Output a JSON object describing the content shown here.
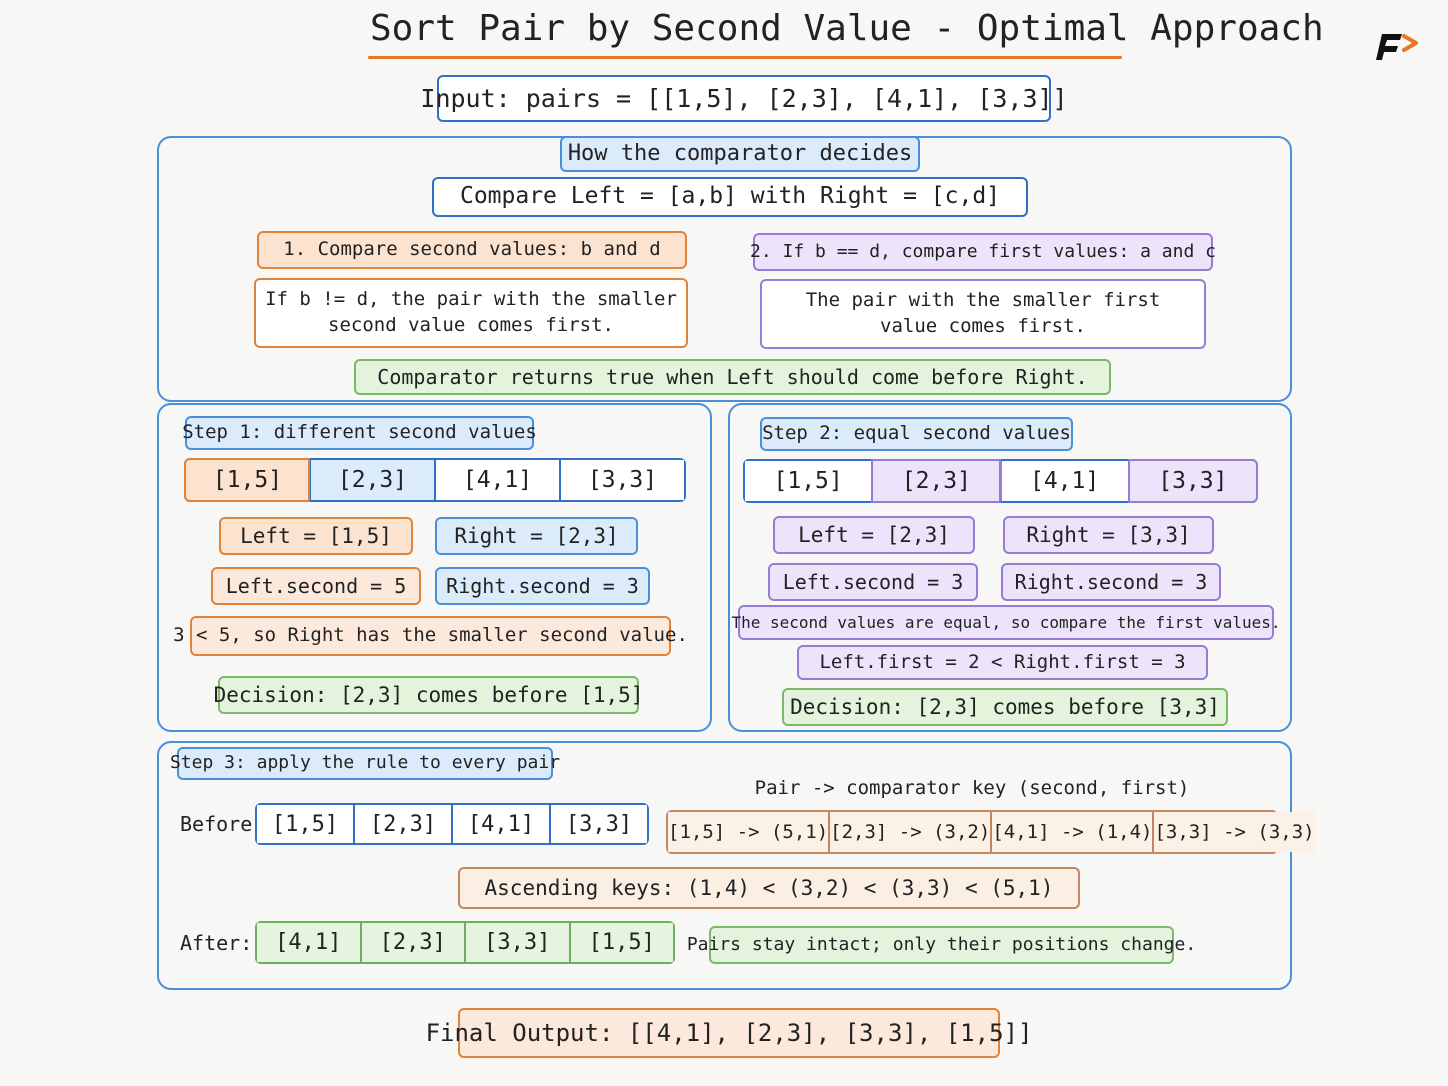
{
  "title": "Sort Pair by Second Value - Optimal Approach",
  "logo": "F",
  "input": "Input: pairs = [[1,5], [2,3], [4,1], [3,3]]",
  "comparator": {
    "header": "How the comparator decides",
    "compare": "Compare Left = [a,b] with Right = [c,d]",
    "rule1_title": "1. Compare second values: b and d",
    "rule1_line1": "If b != d, the pair with the smaller",
    "rule1_line2": "second value comes first.",
    "rule2_title": "2. If b == d, compare first values: a and c",
    "rule2_line1": "The pair with the smaller first",
    "rule2_line2": "value comes first.",
    "returns": "Comparator returns true when Left should come before Right."
  },
  "step1": {
    "title": "Step 1: different second values",
    "pairs": [
      "[1,5]",
      "[2,3]",
      "[4,1]",
      "[3,3]"
    ],
    "left": "Left = [1,5]",
    "right": "Right = [2,3]",
    "left_second": "Left.second = 5",
    "right_second": "Right.second = 3",
    "explain": "3 < 5, so Right has the smaller second value.",
    "decision": "Decision: [2,3] comes before [1,5]"
  },
  "step2": {
    "title": "Step 2: equal second values",
    "pairs": [
      "[1,5]",
      "[2,3]",
      "[4,1]",
      "[3,3]"
    ],
    "left": "Left = [2,3]",
    "right": "Right = [3,3]",
    "left_second": "Left.second = 3",
    "right_second": "Right.second = 3",
    "explain": "The second values are equal, so compare the first values.",
    "first_compare": "Left.first = 2 < Right.first = 3",
    "decision": "Decision: [2,3] comes before [3,3]"
  },
  "step3": {
    "title": "Step 3: apply the rule to every pair",
    "before_label": "Before:",
    "before": [
      "[1,5]",
      "[2,3]",
      "[4,1]",
      "[3,3]"
    ],
    "keys_title": "Pair -> comparator key (second, first)",
    "keys": [
      "[1,5] -> (5,1)",
      "[2,3] -> (3,2)",
      "[4,1] -> (1,4)",
      "[3,3] -> (3,3)"
    ],
    "ascending": "Ascending keys: (1,4) < (3,2) < (3,3) < (5,1)",
    "after_label": "After:",
    "after": [
      "[4,1]",
      "[2,3]",
      "[3,3]",
      "[1,5]"
    ],
    "note": "Pairs stay intact; only their positions change."
  },
  "output": "Final Output: [[4,1], [2,3], [3,3], [1,5]]",
  "colors": {
    "blue": "#4a90d9",
    "orange": "#e0843a",
    "purple": "#9a7ad8",
    "green": "#7bb86a",
    "brown": "#c28660"
  }
}
